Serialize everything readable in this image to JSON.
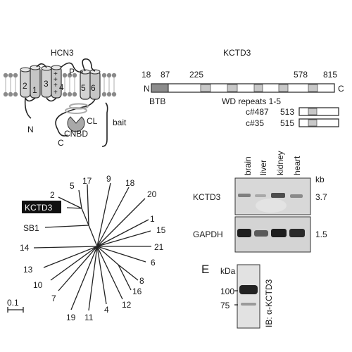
{
  "hcn3": {
    "title": "HCN3",
    "segments": [
      "2",
      "1",
      "3",
      "4",
      "5",
      "6"
    ],
    "charges": [
      "+",
      "+",
      "+",
      "+"
    ],
    "p_label": "P",
    "cl_label": "CL",
    "n_label": "N",
    "c_label": "C",
    "cnbd_label": "CNBD",
    "bait_label": "bait"
  },
  "kctd3": {
    "title": "KCTD3",
    "positions": [
      "18",
      "87",
      "225",
      "578",
      "815"
    ],
    "n_term": "N",
    "c_term": "C",
    "btb_label": "BTB",
    "wd_label": "WD repeats 1-5",
    "clones": [
      {
        "name": "c#487",
        "start": "513"
      },
      {
        "name": "c#35",
        "start": "515"
      }
    ]
  },
  "tree": {
    "highlight": "KCTD3",
    "leaves": [
      "2",
      "5",
      "17",
      "9",
      "18",
      "20",
      "1",
      "15",
      "21",
      "6",
      "8",
      "16",
      "12",
      "4",
      "11",
      "19",
      "7",
      "10",
      "13",
      "14",
      "SB1"
    ],
    "scale": "0.1"
  },
  "northern": {
    "tissues": [
      "brain",
      "liver",
      "kidney",
      "heart"
    ],
    "rows": [
      {
        "label": "KCTD3",
        "size": "3.7"
      },
      {
        "label": "GAPDH",
        "size": "1.5"
      }
    ],
    "unit": "kb"
  },
  "western": {
    "panel": "E",
    "unit": "kDa",
    "markers": [
      "100",
      "75"
    ],
    "ib_label": "IB: α-KCTD3"
  },
  "colors": {
    "membrane_head": "#8a8a8a",
    "helix_fill": "#cfcfcf",
    "btb_fill": "#8c8c8c",
    "wd_fill": "#c8c8c8",
    "blot_bg": "#d8d8d8",
    "label_bg": "#111111"
  }
}
